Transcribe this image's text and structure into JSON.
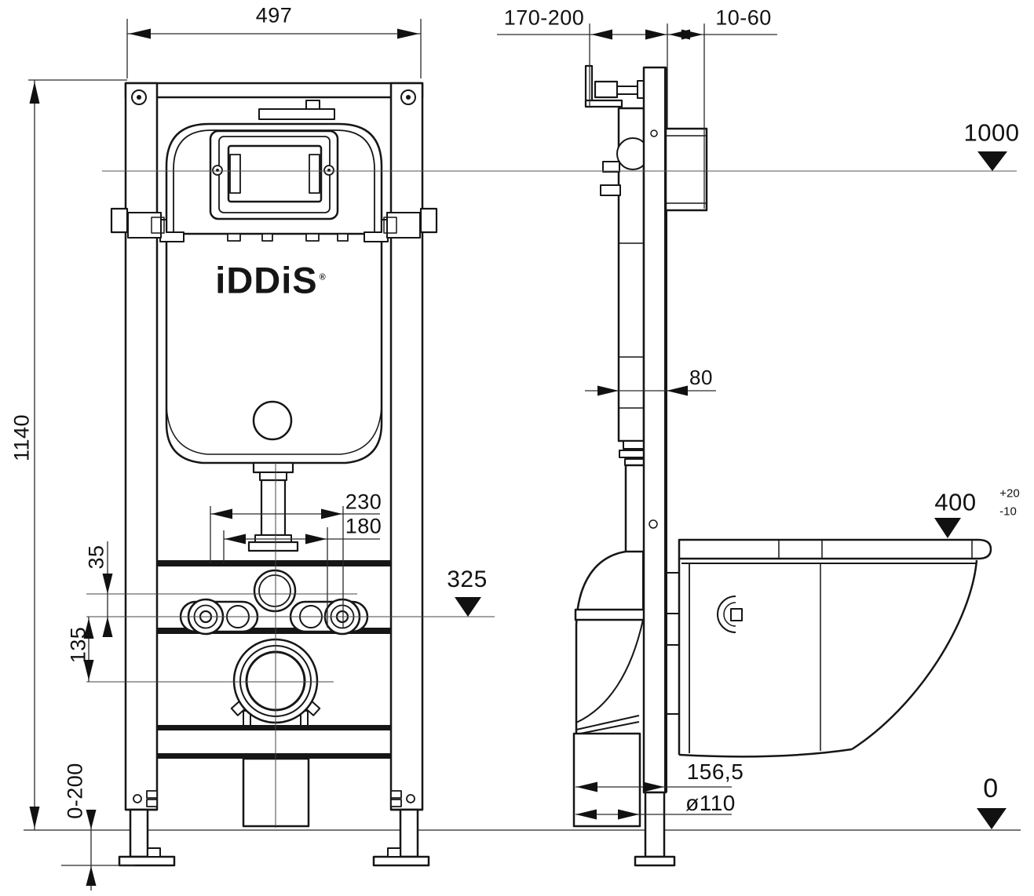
{
  "drawing": {
    "brand": "iDDiS",
    "brand_mark": "®",
    "front_view": {
      "width": "497",
      "height": "1140",
      "stud_spacing_outer": "230",
      "stud_spacing_inner": "180",
      "water_offset": "35",
      "drain_offset": "135",
      "leg_adjustment": "0-200",
      "stud_level": "325"
    },
    "side_view": {
      "mount_depth_range": "170-200",
      "finish_thickness_range": "10-60",
      "top_level": "1000",
      "frame_depth": "80",
      "bowl_level": "400",
      "bowl_level_tol_plus": "+20",
      "bowl_level_tol_minus": "-10",
      "drain_offset": "156,5",
      "drain_diameter": "ø110",
      "floor_level": "0"
    }
  }
}
